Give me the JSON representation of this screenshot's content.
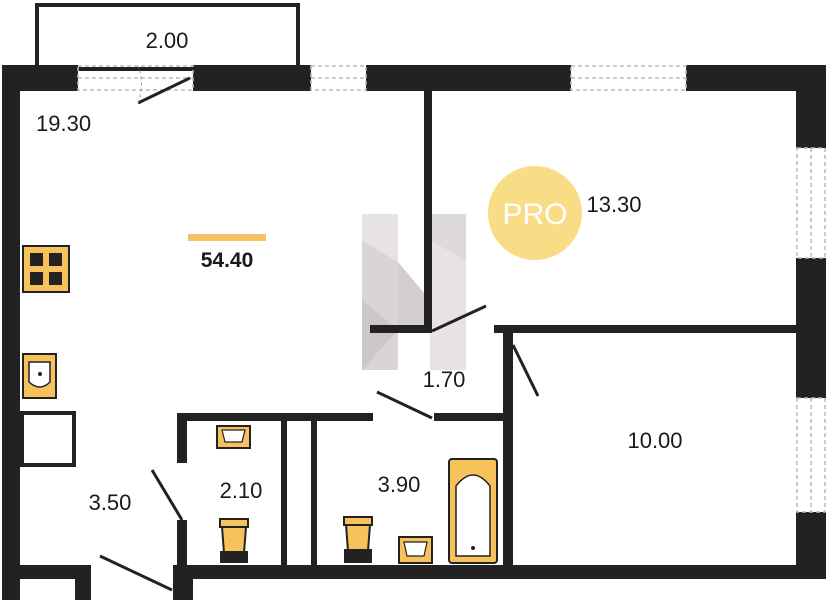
{
  "colors": {
    "wall": "#222222",
    "fixture": "#f7c15c",
    "badge": "#f9dc86",
    "watermark": "#d9d4d4",
    "window": "#bbbbbb"
  },
  "total_area": {
    "value": "54.40",
    "accent_color": "#f4c25e"
  },
  "badge": {
    "text": "PRO"
  },
  "rooms": {
    "balcony": "2.00",
    "kitchen_living": "19.30",
    "bedroom_top": "13.30",
    "corridor_small": "1.70",
    "bedroom_bottom": "10.00",
    "hall": "3.50",
    "wc": "2.10",
    "bathroom": "3.90"
  },
  "icons": [
    "stove-icon",
    "sink-icon",
    "toilet-icon",
    "bathtub-icon",
    "washbasin-icon",
    "window-icon",
    "door-icon",
    "watermark-logo"
  ]
}
